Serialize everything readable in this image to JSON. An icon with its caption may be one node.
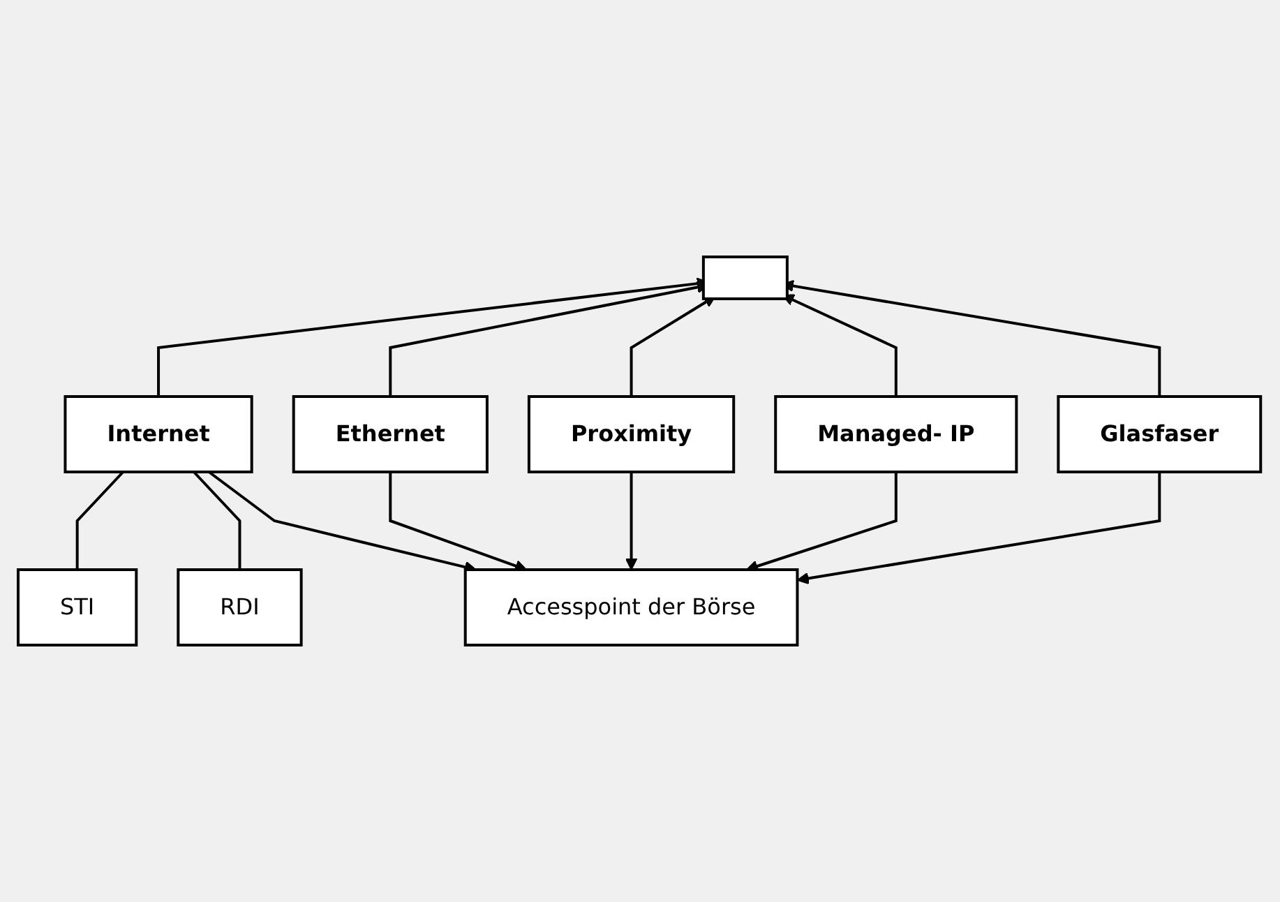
{
  "diagram": {
    "nodes": [
      {
        "text": [],
        "shape": "box"
      },
      {
        "text": [
          "Internet"
        ]
      },
      {
        "text": [
          "Ethernet"
        ]
      },
      {
        "text": [
          "Proximity"
        ]
      },
      {
        "text": [
          "Managed- IP"
        ]
      },
      {
        "text": [
          "Glasfaser"
        ]
      },
      {
        "text": [
          "STI"
        ]
      },
      {
        "text": [
          "RDI"
        ]
      },
      {
        "text": [
          "Accesspoint der Börse"
        ]
      }
    ],
    "edges": [
      {
        "from": 1,
        "to": 0,
        "arrow": "to"
      },
      {
        "from": 2,
        "to": 0,
        "arrow": "to"
      },
      {
        "from": 3,
        "to": 0,
        "arrow": "to"
      },
      {
        "from": 4,
        "to": 0,
        "arrow": "to"
      },
      {
        "from": 5,
        "to": 0,
        "arrow": "to"
      },
      {
        "from": 1,
        "to": 6,
        "arrow": "none"
      },
      {
        "from": 1,
        "to": 7,
        "arrow": "none"
      },
      {
        "from": 1,
        "to": 8,
        "arrow": "to"
      },
      {
        "from": 2,
        "to": 8,
        "arrow": "to"
      },
      {
        "from": 3,
        "to": 8,
        "arrow": "to"
      },
      {
        "from": 4,
        "to": 8,
        "arrow": "to"
      },
      {
        "from": 5,
        "to": 8,
        "arrow": "to"
      }
    ]
  }
}
